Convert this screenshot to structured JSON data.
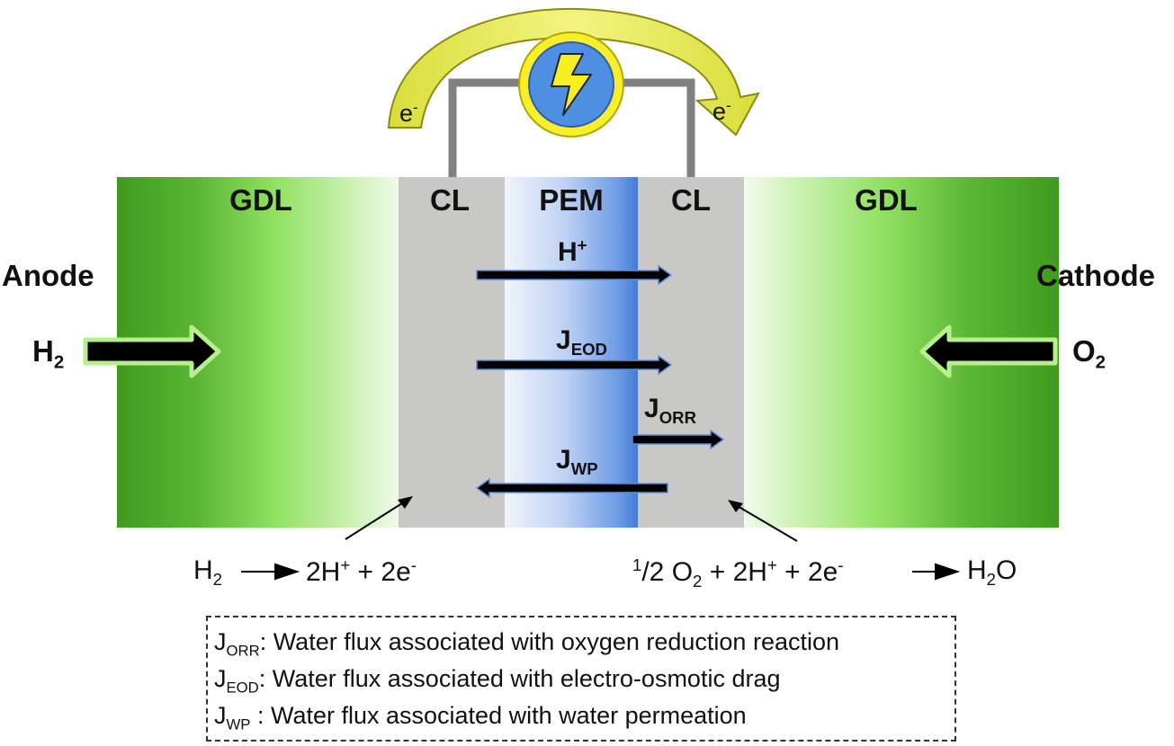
{
  "sides": {
    "anode": {
      "label": "Anode",
      "gas_main": "H",
      "gas_sub": "2"
    },
    "cathode": {
      "label": "Cathode",
      "gas_main": "O",
      "gas_sub": "2"
    }
  },
  "layers": [
    {
      "key": "gdl_left",
      "label": "GDL"
    },
    {
      "key": "cl_left",
      "label": "CL"
    },
    {
      "key": "pem",
      "label": "PEM"
    },
    {
      "key": "cl_right",
      "label": "CL"
    },
    {
      "key": "gdl_right",
      "label": "GDL"
    }
  ],
  "circuit": {
    "electron_main": "e",
    "electron_sup": "-"
  },
  "fluxes": {
    "proton": {
      "main": "H",
      "sup": "+",
      "direction": "right"
    },
    "eod": {
      "main": "J",
      "sub": "EOD",
      "direction": "right"
    },
    "orr": {
      "main": "J",
      "sub": "ORR",
      "direction": "right"
    },
    "wp": {
      "main": "J",
      "sub": "WP",
      "direction": "left"
    }
  },
  "equations": {
    "anode": {
      "h": "H",
      "two": "2",
      "rhs_a": "2H",
      "plus_sup": "+",
      "rhs_b": " + 2e",
      "minus_sup": "-"
    },
    "cathode": {
      "half_num": "1",
      "half_den": "/2",
      "o": " O",
      "two": "2",
      "mid": " + 2H",
      "plus_sup": "+",
      "mid2": " + 2e",
      "minus_sup": "-",
      "product_h": "H",
      "product_two": "2",
      "product_o": "O"
    }
  },
  "legend": [
    {
      "main": "J",
      "sub": "ORR",
      "text": ": Water flux associated with oxygen reduction reaction"
    },
    {
      "main": "J",
      "sub": "EOD",
      "text": ": Water flux associated with electro-osmotic drag"
    },
    {
      "main": "J",
      "sub": "WP",
      "text": " : Water flux associated with water permeation"
    }
  ],
  "colors": {
    "gdl_dark": "#3f9a1f",
    "gdl_light": "#9ef27a",
    "cl_gray": "#c8c8c6",
    "pem_light": "#eef2fb",
    "pem_dark": "#4a82d8",
    "wire_gray": "#808080",
    "electron_arrow": "#e2e64a",
    "source_blue": "#4f8fe2",
    "source_ring": "#f6ef2a",
    "arrow_black": "#000000"
  },
  "icons": [
    "lightning-bolt-icon",
    "arrow-right-icon",
    "arrow-left-icon",
    "curved-arrow-icon"
  ]
}
